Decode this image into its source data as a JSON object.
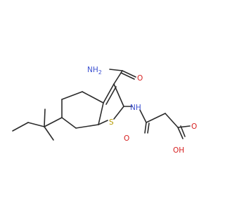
{
  "molecule": {
    "labels": {
      "amide_n": "NH",
      "amide_h_sub": "2",
      "amide_o": "O",
      "nh": "NH",
      "s": "S",
      "keto_o": "O",
      "acid_o": "O",
      "acid_oh": "OH"
    },
    "colors": {
      "bond": "#2b2b2b",
      "nitrogen": "#3b4fd0",
      "oxygen": "#d62020",
      "sulfur": "#b59a00"
    }
  }
}
